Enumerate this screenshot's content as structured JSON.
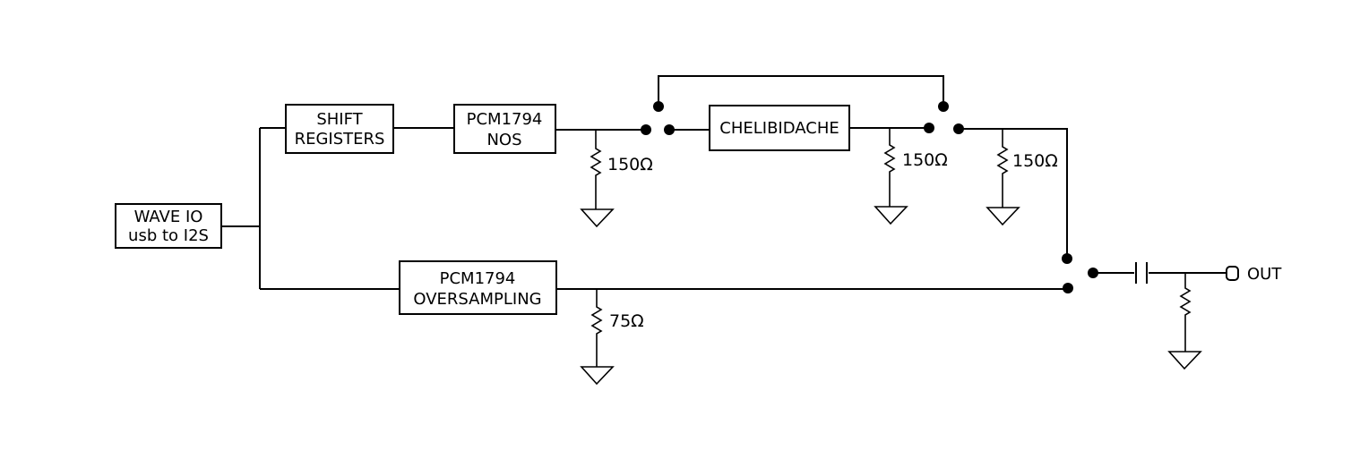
{
  "blocks": {
    "wave_io": [
      "WAVE IO",
      "usb to I2S"
    ],
    "shift_registers": [
      "SHIFT",
      "REGISTERS"
    ],
    "pcm_nos": [
      "PCM1794",
      "NOS"
    ],
    "chelibidache": "CHELIBIDACHE",
    "pcm_os": [
      "PCM1794",
      "OVERSAMPLING"
    ]
  },
  "resistors": {
    "nos_load": "150Ω",
    "chel_load": "150Ω",
    "switch_load": "150Ω",
    "os_load": "75Ω"
  },
  "output": {
    "label": "OUT"
  }
}
